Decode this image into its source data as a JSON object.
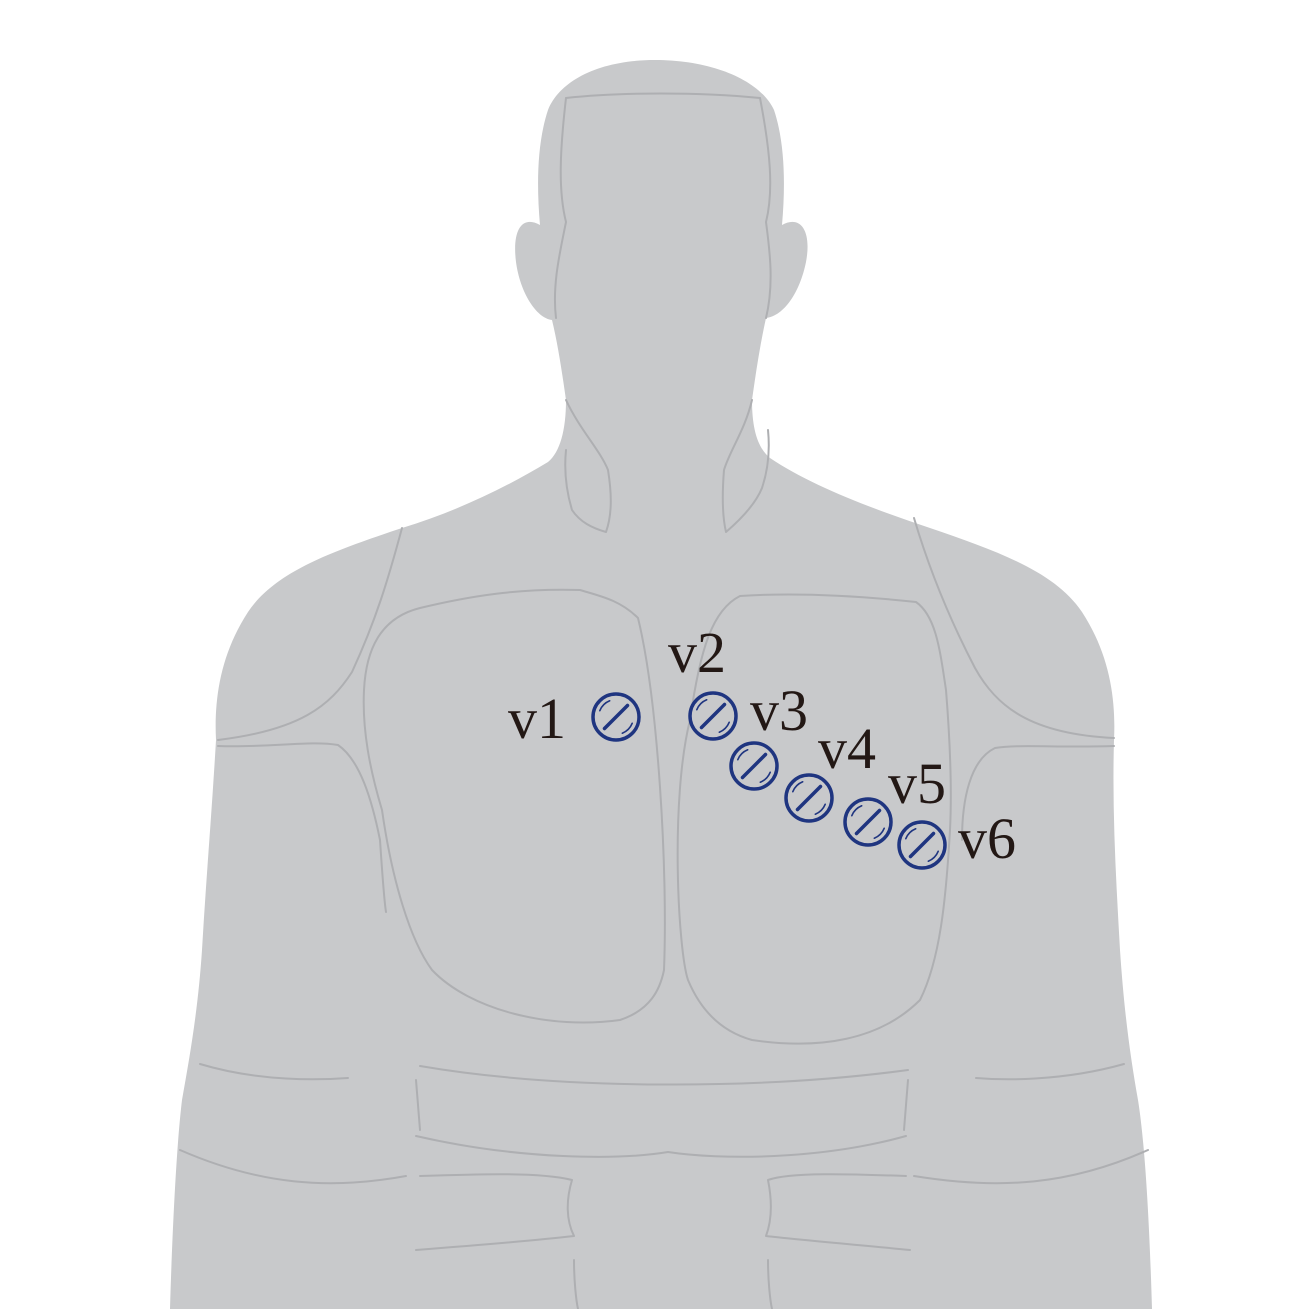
{
  "colors": {
    "body_fill": "#c8c9cb",
    "body_outline": "#aeafb2",
    "electrode": "#1f3580",
    "label": "#231815"
  },
  "leads": [
    {
      "id": "v1",
      "label": "v1"
    },
    {
      "id": "v2",
      "label": "v2"
    },
    {
      "id": "v3",
      "label": "v3"
    },
    {
      "id": "v4",
      "label": "v4"
    },
    {
      "id": "v5",
      "label": "v5"
    },
    {
      "id": "v6",
      "label": "v6"
    }
  ]
}
